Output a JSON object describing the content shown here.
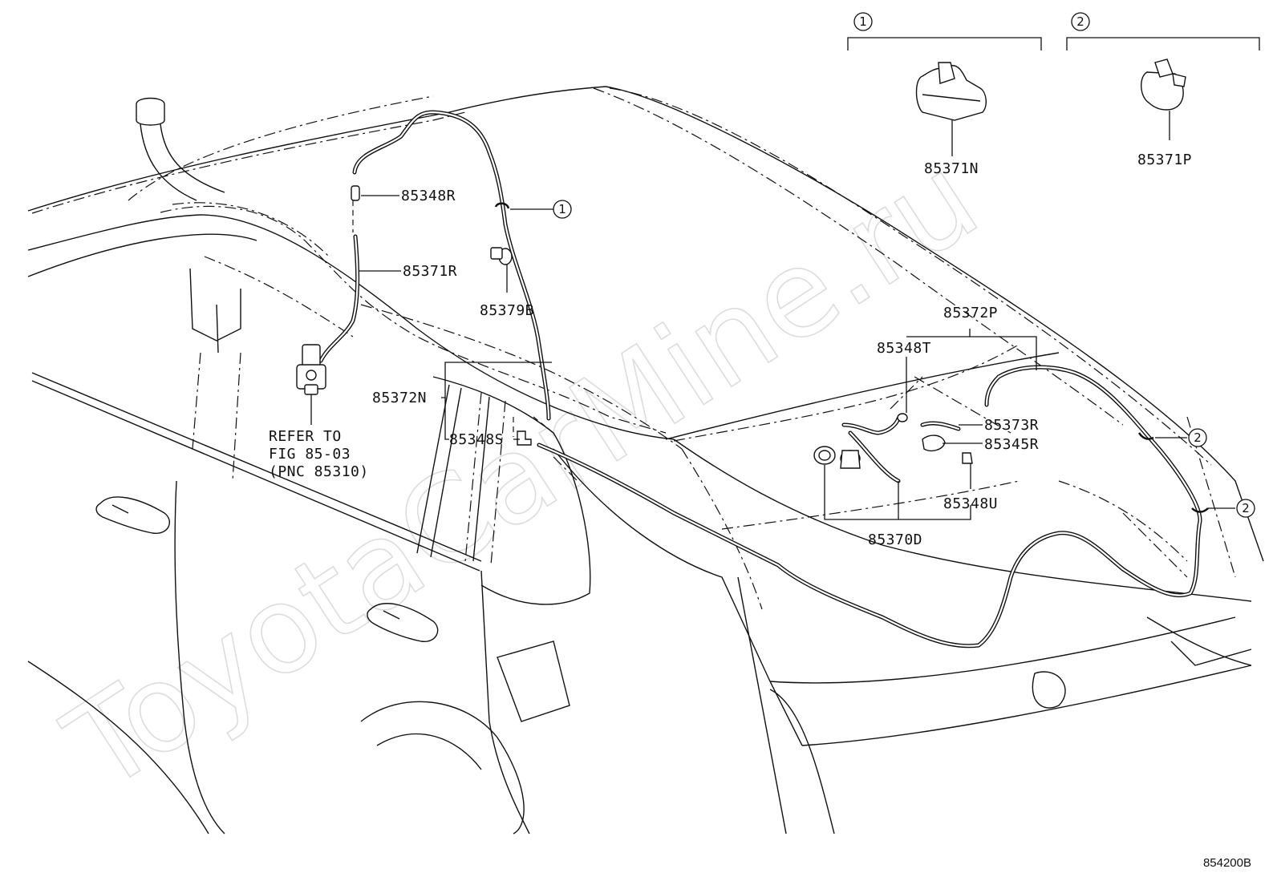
{
  "watermark": "ToyotaCarMine.ru",
  "figure_code": "854200B",
  "reference_note": {
    "line1": "REFER TO",
    "line2": "FIG 85-03",
    "line3": "(PNC 85310)"
  },
  "callout_groups": [
    {
      "number": "1",
      "part": "85371N"
    },
    {
      "number": "2",
      "part": "85371P"
    }
  ],
  "callout_markers": [
    "1",
    "2",
    "2"
  ],
  "part_labels": {
    "p85348R": "85348R",
    "p85371R": "85371R",
    "p85379B": "85379B",
    "p85372N": "85372N",
    "p85348S": "85348S",
    "p85372P": "85372P",
    "p85348T": "85348T",
    "p85373R": "85373R",
    "p85345R": "85345R",
    "p85348U": "85348U",
    "p85370D": "85370D"
  }
}
